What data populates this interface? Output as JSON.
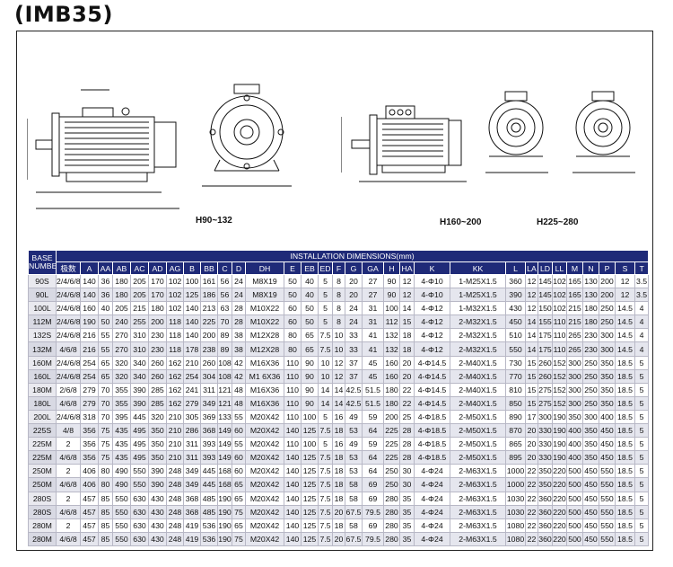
{
  "title": "(IMB35)",
  "captions": {
    "small": "H90~132",
    "mid": "H160~200",
    "large": "H225~280"
  },
  "table": {
    "corner_line1": "BASE",
    "corner_line2": "NUMBER",
    "group_header": "INSTALLATION DIMENSIONS(mm)",
    "columns": [
      "极数",
      "A",
      "AA",
      "AB",
      "AC",
      "AD",
      "AG",
      "B",
      "BB",
      "C",
      "D",
      "DH",
      "E",
      "EB",
      "ED",
      "F",
      "G",
      "GA",
      "H",
      "HA",
      "K",
      "KK",
      "L",
      "LA",
      "LD",
      "LL",
      "M",
      "N",
      "P",
      "S",
      "T"
    ],
    "rows": [
      [
        "90S",
        "2/4/6/8",
        "140",
        "36",
        "180",
        "205",
        "170",
        "102",
        "100",
        "161",
        "56",
        "24",
        "M8X19",
        "50",
        "40",
        "5",
        "8",
        "20",
        "27",
        "90",
        "12",
        "4-Φ10",
        "1-M25X1.5",
        "360",
        "12",
        "145",
        "102",
        "165",
        "130",
        "200",
        "12",
        "3.5"
      ],
      [
        "90L",
        "2/4/6/8",
        "140",
        "36",
        "180",
        "205",
        "170",
        "102",
        "125",
        "186",
        "56",
        "24",
        "M8X19",
        "50",
        "40",
        "5",
        "8",
        "20",
        "27",
        "90",
        "12",
        "4-Φ10",
        "1-M25X1.5",
        "390",
        "12",
        "145",
        "102",
        "165",
        "130",
        "200",
        "12",
        "3.5"
      ],
      [
        "100L",
        "2/4/6/8",
        "160",
        "40",
        "205",
        "215",
        "180",
        "102",
        "140",
        "213",
        "63",
        "28",
        "M10X22",
        "60",
        "50",
        "5",
        "8",
        "24",
        "31",
        "100",
        "14",
        "4-Φ12",
        "1-M32X1.5",
        "430",
        "12",
        "150",
        "102",
        "215",
        "180",
        "250",
        "14.5",
        "4"
      ],
      [
        "112M",
        "2/4/6/8",
        "190",
        "50",
        "240",
        "255",
        "200",
        "118",
        "140",
        "225",
        "70",
        "28",
        "M10X22",
        "60",
        "50",
        "5",
        "8",
        "24",
        "31",
        "112",
        "15",
        "4-Φ12",
        "2-M32X1.5",
        "450",
        "14",
        "155",
        "110",
        "215",
        "180",
        "250",
        "14.5",
        "4"
      ],
      [
        "132S",
        "2/4/6/8",
        "216",
        "55",
        "270",
        "310",
        "230",
        "118",
        "140",
        "200",
        "89",
        "38",
        "M12X28",
        "80",
        "65",
        "7.5",
        "10",
        "33",
        "41",
        "132",
        "18",
        "4-Φ12",
        "2-M32X1.5",
        "510",
        "14",
        "175",
        "110",
        "265",
        "230",
        "300",
        "14.5",
        "4"
      ],
      [
        "132M",
        "4/6/8",
        "216",
        "55",
        "270",
        "310",
        "230",
        "118",
        "178",
        "238",
        "89",
        "38",
        "M12X28",
        "80",
        "65",
        "7.5",
        "10",
        "33",
        "41",
        "132",
        "18",
        "4-Φ12",
        "2-M32X1.5",
        "550",
        "14",
        "175",
        "110",
        "265",
        "230",
        "300",
        "14.5",
        "4"
      ],
      [
        "160M",
        "2/4/6/8",
        "254",
        "65",
        "320",
        "340",
        "260",
        "162",
        "210",
        "260",
        "108",
        "42",
        "M16X36",
        "110",
        "90",
        "10",
        "12",
        "37",
        "45",
        "160",
        "20",
        "4-Φ14.5",
        "2-M40X1.5",
        "730",
        "15",
        "260",
        "152",
        "300",
        "250",
        "350",
        "18.5",
        "5"
      ],
      [
        "160L",
        "2/4/6/8",
        "254",
        "65",
        "320",
        "340",
        "260",
        "162",
        "254",
        "304",
        "108",
        "42",
        "M1 6X36",
        "110",
        "90",
        "10",
        "12",
        "37",
        "45",
        "160",
        "20",
        "4-Φ14.5",
        "2-M40X1.5",
        "770",
        "15",
        "260",
        "152",
        "300",
        "250",
        "350",
        "18.5",
        "5"
      ],
      [
        "180M",
        "2/6/8",
        "279",
        "70",
        "355",
        "390",
        "285",
        "162",
        "241",
        "311",
        "121",
        "48",
        "M16X36",
        "110",
        "90",
        "14",
        "14",
        "42.5",
        "51.5",
        "180",
        "22",
        "4-Φ14.5",
        "2-M40X1.5",
        "810",
        "15",
        "275",
        "152",
        "300",
        "250",
        "350",
        "18.5",
        "5"
      ],
      [
        "180L",
        "4/6/8",
        "279",
        "70",
        "355",
        "390",
        "285",
        "162",
        "279",
        "349",
        "121",
        "48",
        "M16X36",
        "110",
        "90",
        "14",
        "14",
        "42.5",
        "51.5",
        "180",
        "22",
        "4-Φ14.5",
        "2-M40X1.5",
        "850",
        "15",
        "275",
        "152",
        "300",
        "250",
        "350",
        "18.5",
        "5"
      ],
      [
        "200L",
        "2/4/6/8",
        "318",
        "70",
        "395",
        "445",
        "320",
        "210",
        "305",
        "369",
        "133",
        "55",
        "M20X42",
        "110",
        "100",
        "5",
        "16",
        "49",
        "59",
        "200",
        "25",
        "4-Φ18.5",
        "2-M50X1.5",
        "890",
        "17",
        "300",
        "190",
        "350",
        "300",
        "400",
        "18.5",
        "5"
      ],
      [
        "225S",
        "4/8",
        "356",
        "75",
        "435",
        "495",
        "350",
        "210",
        "286",
        "368",
        "149",
        "60",
        "M20X42",
        "140",
        "125",
        "7.5",
        "18",
        "53",
        "64",
        "225",
        "28",
        "4-Φ18.5",
        "2-M50X1.5",
        "870",
        "20",
        "330",
        "190",
        "400",
        "350",
        "450",
        "18.5",
        "5"
      ],
      [
        "225M",
        "2",
        "356",
        "75",
        "435",
        "495",
        "350",
        "210",
        "311",
        "393",
        "149",
        "55",
        "M20X42",
        "110",
        "100",
        "5",
        "16",
        "49",
        "59",
        "225",
        "28",
        "4-Φ18.5",
        "2-M50X1.5",
        "865",
        "20",
        "330",
        "190",
        "400",
        "350",
        "450",
        "18.5",
        "5"
      ],
      [
        "225M",
        "4/6/8",
        "356",
        "75",
        "435",
        "495",
        "350",
        "210",
        "311",
        "393",
        "149",
        "60",
        "M20X42",
        "140",
        "125",
        "7.5",
        "18",
        "53",
        "64",
        "225",
        "28",
        "4-Φ18.5",
        "2-M50X1.5",
        "895",
        "20",
        "330",
        "190",
        "400",
        "350",
        "450",
        "18.5",
        "5"
      ],
      [
        "250M",
        "2",
        "406",
        "80",
        "490",
        "550",
        "390",
        "248",
        "349",
        "445",
        "168",
        "60",
        "M20X42",
        "140",
        "125",
        "7.5",
        "18",
        "53",
        "64",
        "250",
        "30",
        "4-Φ24",
        "2-M63X1.5",
        "1000",
        "22",
        "350",
        "220",
        "500",
        "450",
        "550",
        "18.5",
        "5"
      ],
      [
        "250M",
        "4/6/8",
        "406",
        "80",
        "490",
        "550",
        "390",
        "248",
        "349",
        "445",
        "168",
        "65",
        "M20X42",
        "140",
        "125",
        "7.5",
        "18",
        "58",
        "69",
        "250",
        "30",
        "4-Φ24",
        "2-M63X1.5",
        "1000",
        "22",
        "350",
        "220",
        "500",
        "450",
        "550",
        "18.5",
        "5"
      ],
      [
        "280S",
        "2",
        "457",
        "85",
        "550",
        "630",
        "430",
        "248",
        "368",
        "485",
        "190",
        "65",
        "M20X42",
        "140",
        "125",
        "7.5",
        "18",
        "58",
        "69",
        "280",
        "35",
        "4-Φ24",
        "2-M63X1.5",
        "1030",
        "22",
        "360",
        "220",
        "500",
        "450",
        "550",
        "18.5",
        "5"
      ],
      [
        "280S",
        "4/6/8",
        "457",
        "85",
        "550",
        "630",
        "430",
        "248",
        "368",
        "485",
        "190",
        "75",
        "M20X42",
        "140",
        "125",
        "7.5",
        "20",
        "67.5",
        "79.5",
        "280",
        "35",
        "4-Φ24",
        "2-M63X1.5",
        "1030",
        "22",
        "360",
        "220",
        "500",
        "450",
        "550",
        "18.5",
        "5"
      ],
      [
        "280M",
        "2",
        "457",
        "85",
        "550",
        "630",
        "430",
        "248",
        "419",
        "536",
        "190",
        "65",
        "M20X42",
        "140",
        "125",
        "7.5",
        "18",
        "58",
        "69",
        "280",
        "35",
        "4-Φ24",
        "2-M63X1.5",
        "1080",
        "22",
        "360",
        "220",
        "500",
        "450",
        "550",
        "18.5",
        "5"
      ],
      [
        "280M",
        "4/6/8",
        "457",
        "85",
        "550",
        "630",
        "430",
        "248",
        "419",
        "536",
        "190",
        "75",
        "M20X42",
        "140",
        "125",
        "7.5",
        "20",
        "67.5",
        "79.5",
        "280",
        "35",
        "4-Φ24",
        "2-M63X1.5",
        "1080",
        "22",
        "360",
        "220",
        "500",
        "450",
        "550",
        "18.5",
        "5"
      ]
    ]
  }
}
